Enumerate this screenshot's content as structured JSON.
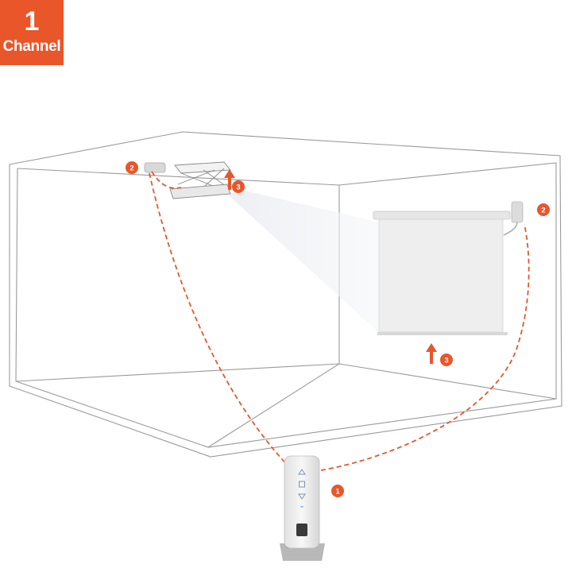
{
  "badge": {
    "number": "1",
    "label": "Channel"
  },
  "markers": {
    "remote": "1",
    "ceiling_receiver": "2",
    "screen_receiver": "2",
    "lift_motion": "3",
    "screen_motion": "3"
  },
  "colors": {
    "accent": "#e8562a",
    "room_lines": "#9a9a9a",
    "device_gray": "#d8d8d8"
  },
  "remote_buttons": [
    "up-icon",
    "stop-icon",
    "down-icon"
  ]
}
